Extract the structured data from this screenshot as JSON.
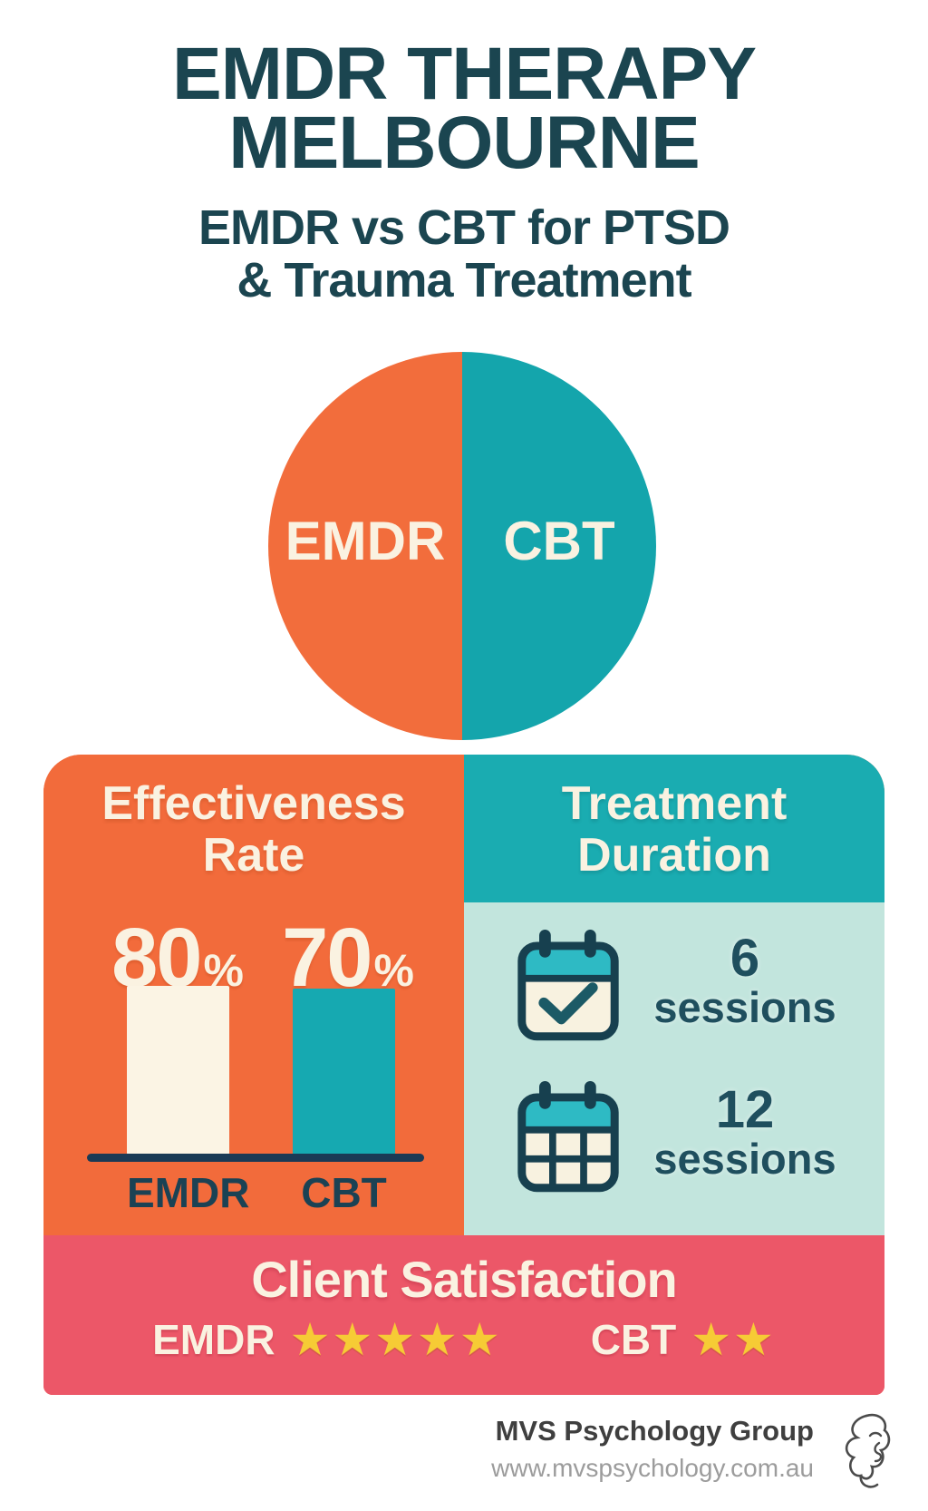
{
  "title": {
    "line1": "EMDR THERAPY",
    "line2": "MELBOURNE"
  },
  "subtitle": {
    "line1": "EMDR vs CBT for PTSD",
    "line2": "& Trauma Treatment"
  },
  "pie": {
    "left_label": "EMDR",
    "right_label": "CBT"
  },
  "colors": {
    "orange": "#F26D3C",
    "teal": "#14A5AC",
    "teal_header": "#1AACB1",
    "mint": "#C2E5DD",
    "pink": "#EC5768",
    "cream": "#FAF2E1",
    "navy": "#1B4254",
    "star_gold": "#F6CB35"
  },
  "effectiveness": {
    "title_line1": "Effectiveness",
    "title_line2": "Rate",
    "emdr": {
      "value": "80",
      "unit": "%",
      "label": "EMDR"
    },
    "cbt": {
      "value": "70",
      "unit": "%",
      "label": "CBT"
    }
  },
  "duration": {
    "title_line1": "Treatment",
    "title_line2": "Duration",
    "emdr": {
      "count": "6",
      "unit": "sessions",
      "icon": "calendar-check-icon"
    },
    "cbt": {
      "count": "12",
      "unit": "sessions",
      "icon": "calendar-grid-icon"
    }
  },
  "satisfaction": {
    "title": "Client Satisfaction",
    "emdr_label": "EMDR",
    "emdr_stars": "★★★★★",
    "cbt_label": "CBT",
    "cbt_stars": "★★"
  },
  "footer": {
    "brand": "MVS Psychology Group",
    "url": "www.mvspsychology.com.au"
  },
  "chart_data": [
    {
      "type": "pie",
      "title": "EMDR vs CBT",
      "labels": [
        "EMDR",
        "CBT"
      ],
      "values": [
        50,
        50
      ],
      "colors": [
        "#F26D3C",
        "#14A5AC"
      ],
      "legend_position": "inside"
    },
    {
      "type": "bar",
      "title": "Effectiveness Rate",
      "categories": [
        "EMDR",
        "CBT"
      ],
      "values": [
        80,
        70
      ],
      "unit": "%",
      "colors": [
        "#FBF4E4",
        "#16A9B1"
      ],
      "ylabel": "",
      "xlabel": "",
      "ylim": [
        0,
        100
      ],
      "grid": false,
      "data_labels": [
        "80%",
        "70%"
      ]
    },
    {
      "type": "table",
      "title": "Treatment Duration",
      "categories": [
        "EMDR",
        "CBT"
      ],
      "values": [
        6,
        12
      ],
      "unit": "sessions"
    },
    {
      "type": "bar",
      "title": "Client Satisfaction",
      "categories": [
        "EMDR",
        "CBT"
      ],
      "values": [
        5,
        2
      ],
      "unit": "stars",
      "ylim": [
        0,
        5
      ]
    }
  ]
}
